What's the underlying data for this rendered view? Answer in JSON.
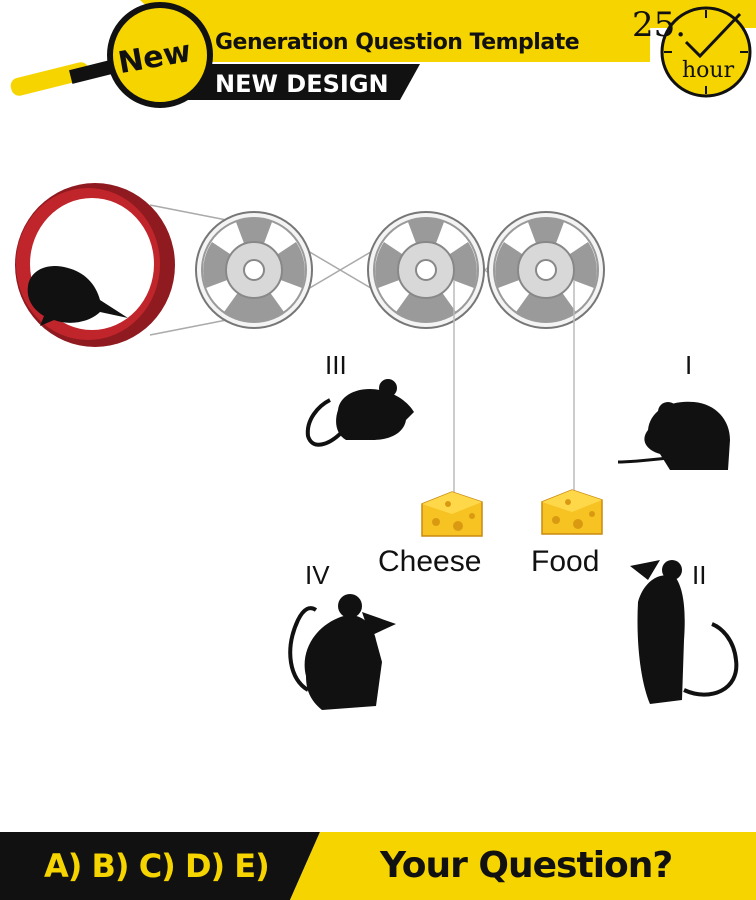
{
  "header": {
    "badge": "New",
    "title": "Generation Question Template",
    "subtitle": "NEW DESIGN",
    "clock_number": "25.",
    "clock_unit": "hour"
  },
  "scene": {
    "mouse_labels": [
      "I",
      "II",
      "III",
      "IV"
    ],
    "cheese_label": "Cheese",
    "food_label": "Food"
  },
  "footer": {
    "choices": "A) B) C) D) E)",
    "question": "Your Question?"
  },
  "colors": {
    "yellow": "#f5d400",
    "dark": "#111111",
    "wheel_red": "#c0252b",
    "pulley_gray": "#9a9a9a",
    "cheese": "#f6c322"
  }
}
